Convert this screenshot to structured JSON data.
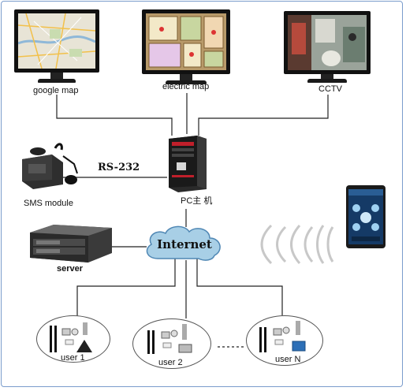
{
  "labels": {
    "google_map": "google map",
    "electric_map": "electric map",
    "cctv": "CCTV",
    "rs232": "RS-232",
    "sms_module": "SMS module",
    "pc": "PC主 机",
    "internet": "Internet",
    "server": "server",
    "user1": "user 1",
    "user2": "user 2",
    "userN": "user N"
  },
  "colors": {
    "cloud_fill": "#a8cfe6",
    "cloud_stroke": "#4f87b4",
    "wire": "#222222",
    "frame": "#7a9ccc",
    "signal": "#c8c8c8"
  },
  "icons": [
    "map-monitor-icon",
    "floorplan-monitor-icon",
    "cctv-monitor-icon",
    "pc-tower-icon",
    "sms-modem-icon",
    "server-rack-icon",
    "smartphone-icon",
    "wireless-signal-icon",
    "cloud-icon",
    "sensor-kit-icon"
  ]
}
